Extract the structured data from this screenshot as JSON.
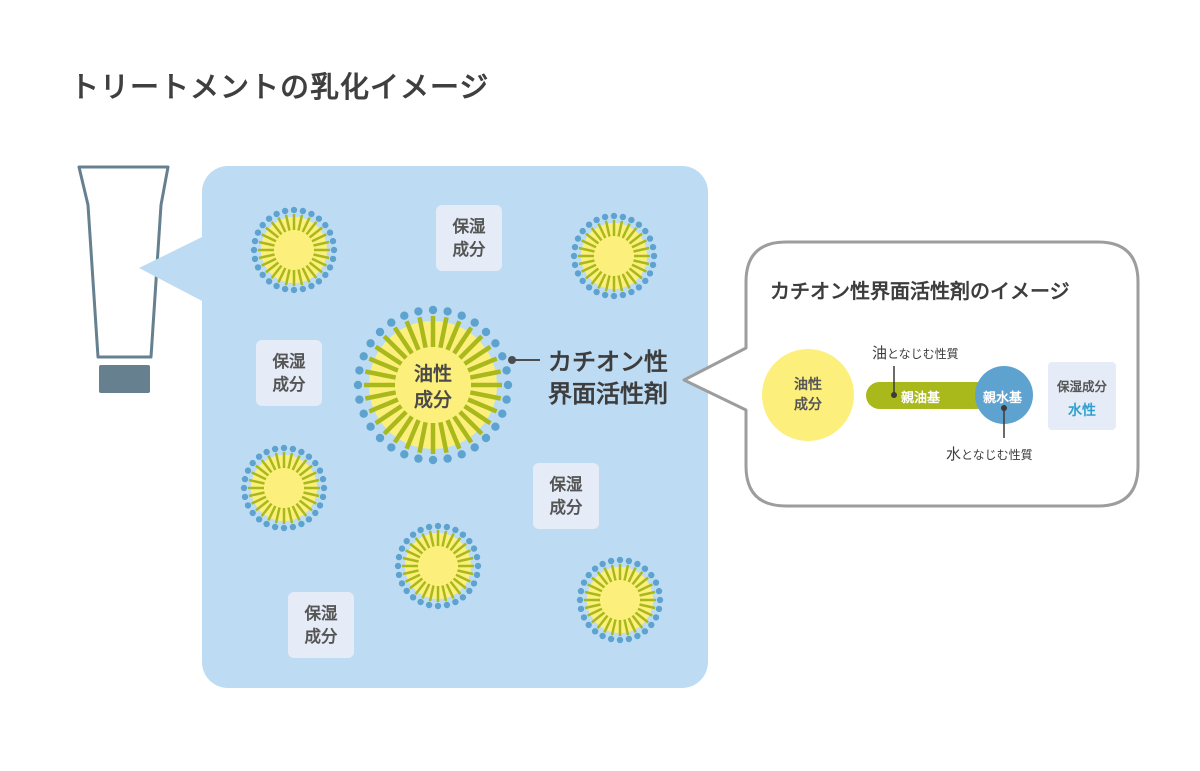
{
  "title": "トリートメントの乳化イメージ",
  "main_panel": {
    "oil_label_1": "油性",
    "oil_label_2": "成分",
    "moisture_label_1": "保湿",
    "moisture_label_2": "成分",
    "surfactant_line_1": "カチオン性",
    "surfactant_line_2": "界面活性剤"
  },
  "callout": {
    "title": "カチオン性界面活性剤のイメージ",
    "oil_label_1": "油性",
    "oil_label_2": "成分",
    "oil_affinity_char": "油",
    "oil_affinity_rest": "となじむ性質",
    "lipophilic": "親油基",
    "hydrophilic": "親水基",
    "water_affinity_char": "水",
    "water_affinity_rest": "となじむ性質",
    "retention_label": "保湿成分",
    "water_property": "水性"
  },
  "colors": {
    "panel": "#bddcf4",
    "oil": "#fdef7b",
    "lipophilic": "#a9b81a",
    "hydrophilic": "#5ea3cf",
    "label_box": "#e6ecf7",
    "tube_outline": "#66808f"
  }
}
